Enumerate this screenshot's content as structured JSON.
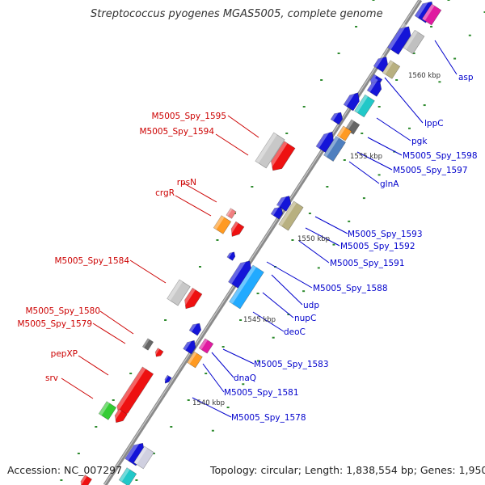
{
  "title": "Streptococcus pyogenes MGAS5005, complete genome",
  "accession": "Accession: NC_007297",
  "summary": "Topology: circular; Length: 1,838,554 bp; Genes: 1,950",
  "ticks": [
    "1540 kbp",
    "1545 kbp",
    "1550 kbp",
    "1555 kbp",
    "1560 kbp"
  ],
  "colors": {
    "reverse_label": "#cc0000",
    "forward_label": "#0000cc",
    "backbone": "#888888",
    "grid_dots": "#228b22"
  },
  "reverse_labels": [
    "M5005_Spy_1595",
    "M5005_Spy_1594",
    "rpsN",
    "crgR",
    "M5005_Spy_1584",
    "M5005_Spy_1580",
    "M5005_Spy_1579",
    "pepXP",
    "srv"
  ],
  "forward_labels": [
    "asp",
    "lppC",
    "pgk",
    "M5005_Spy_1598",
    "M5005_Spy_1597",
    "glnA",
    "M5005_Spy_1593",
    "M5005_Spy_1592",
    "M5005_Spy_1591",
    "M5005_Spy_1588",
    "udp",
    "nupC",
    "deoC",
    "M5005_Spy_1583",
    "dnaQ",
    "M5005_Spy_1581",
    "M5005_Spy_1578"
  ]
}
